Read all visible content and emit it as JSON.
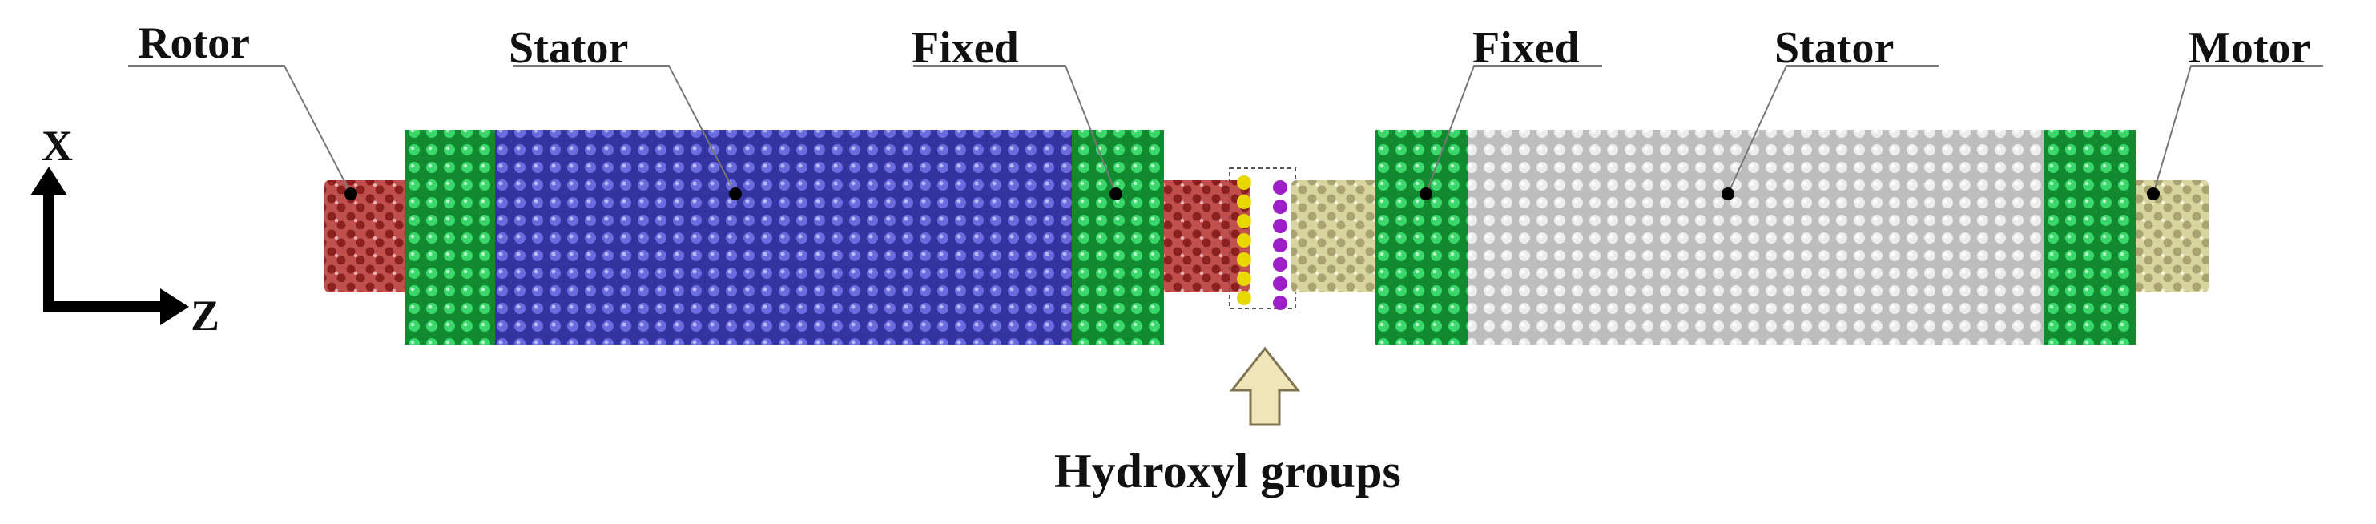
{
  "labels": {
    "rotor": "Rotor",
    "stator_left": "Stator",
    "fixed_left": "Fixed",
    "fixed_right": "Fixed",
    "stator_right": "Stator",
    "motor": "Motor",
    "hydroxyl": "Hydroxyl groups"
  },
  "axes": {
    "x": "X",
    "z": "Z"
  },
  "colors": {
    "rotor": "#c0504d",
    "rotor_dark": "#8a2020",
    "stator_left": "#5656c8",
    "stator_left_dark": "#3434a0",
    "fixed": "#2ec25a",
    "fixed_dark": "#128a30",
    "motor": "#d8d49e",
    "motor_dark": "#a8a370",
    "stator_right": "#e2e2e2",
    "stator_right_dark": "#b8b8b8",
    "hydroxyl_yellow": "#e8d800",
    "hydroxyl_purple": "#9b20c8",
    "arrow_fill": "#efe5b8",
    "arrow_stroke": "#7d7350"
  }
}
